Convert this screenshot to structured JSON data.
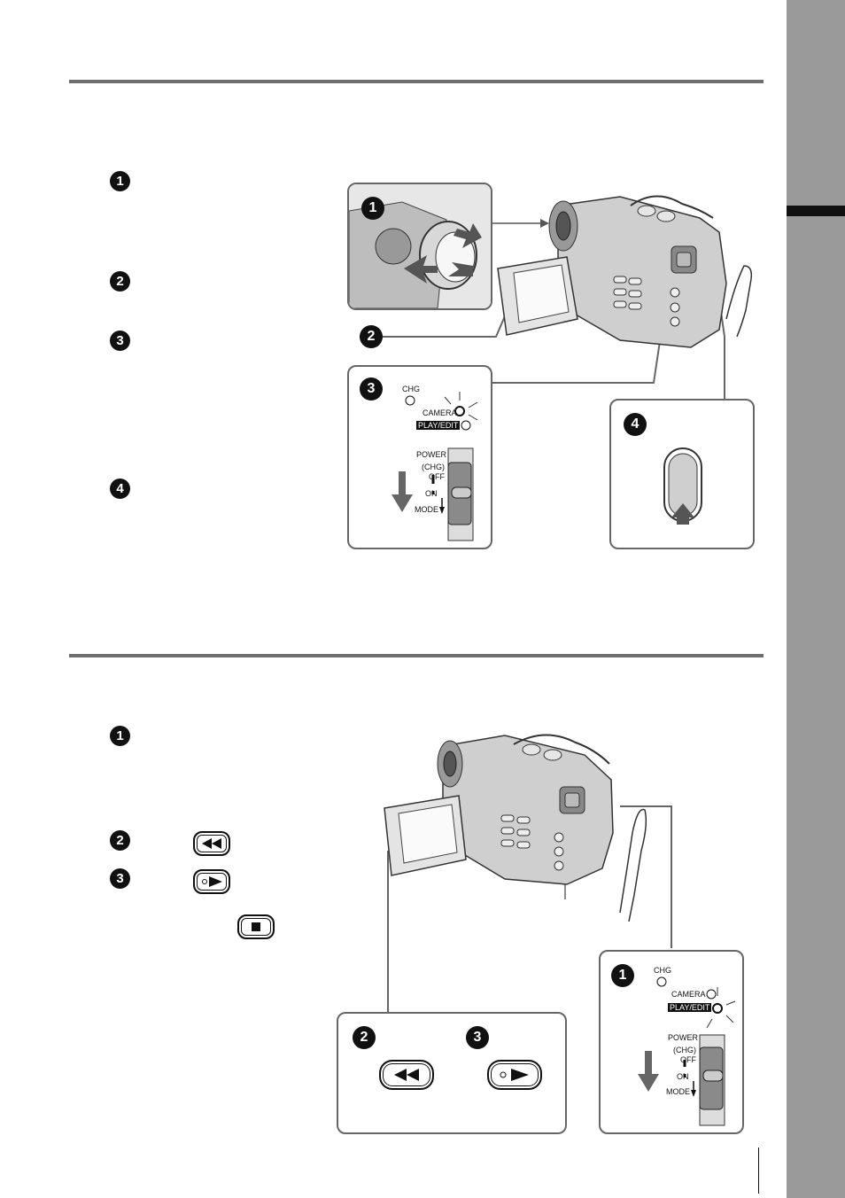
{
  "section1": {
    "steps": [
      "1",
      "2",
      "3",
      "4"
    ],
    "callouts": {
      "lens_cap": "1",
      "lcd": "2",
      "power": "3",
      "start_stop": "4"
    }
  },
  "section2": {
    "steps": [
      "1",
      "2",
      "3"
    ],
    "callouts": {
      "power": "1",
      "rewind": "2",
      "play": "3"
    }
  },
  "power_switch": {
    "chg": "CHG",
    "camera": "CAMERA",
    "play_edit": "PLAY/EDIT",
    "power": "POWER",
    "chg_paren": "(CHG)",
    "off": "OFF",
    "on": "ON",
    "mode": "MODE"
  },
  "icons": [
    "rewind-button-icon",
    "play-button-icon",
    "stop-button-icon",
    "down-arrow-icon",
    "up-arrow-icon",
    "camcorder-illustration"
  ],
  "colors": {
    "side_tab": "#9a9a9a",
    "rule": "#6e6e6e",
    "ink": "#111111"
  }
}
